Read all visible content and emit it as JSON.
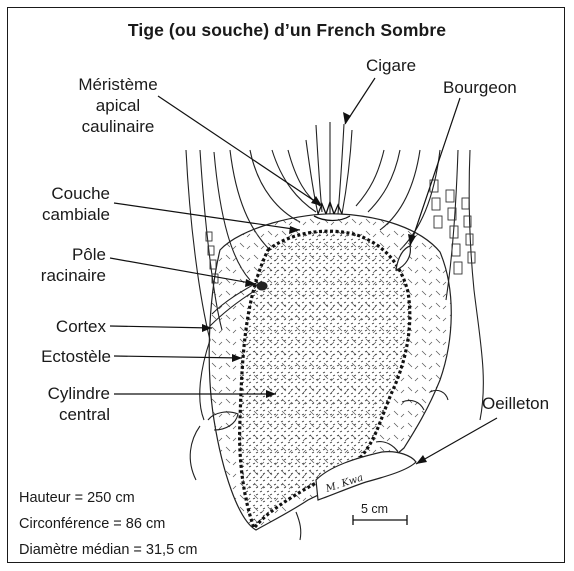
{
  "title": "Tige (ou souche) d’un French Sombre",
  "labels": {
    "meristeme": [
      "Méristème",
      "apical",
      "caulinaire"
    ],
    "cigare": "Cigare",
    "bourgeon": "Bourgeon",
    "couche_cambiale": [
      "Couche",
      "cambiale"
    ],
    "pole_racinaire": [
      "Pôle",
      "racinaire"
    ],
    "cortex": "Cortex",
    "ectostele": "Ectostèle",
    "cylindre_central": [
      "Cylindre",
      "central"
    ],
    "oeilleton": "Oeilleton"
  },
  "stats": {
    "hauteur": "Hauteur = 250 cm",
    "circonference": "Circonférence = 86 cm",
    "diametre": "Diamètre médian = 31,5 cm"
  },
  "scale_bar": "5 cm",
  "signature": "M. Kwa"
}
